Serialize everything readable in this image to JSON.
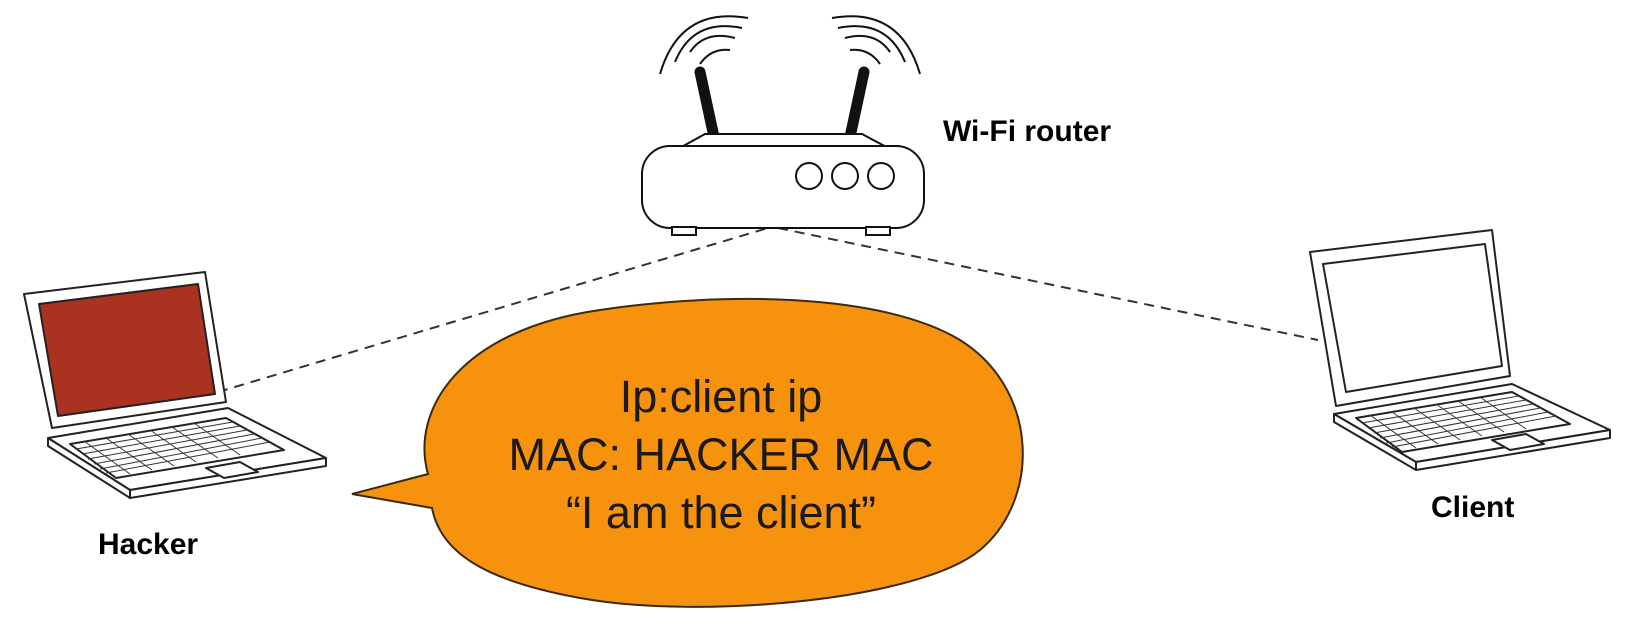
{
  "labels": {
    "router": "Wi-Fi router",
    "hacker": "Hacker",
    "client": "Client"
  },
  "speech_bubble": {
    "line1": "Ip:client ip",
    "line2": "MAC: HACKER MAC",
    "line3": "“I am the client”"
  },
  "icons": {
    "router": "wifi-router-icon",
    "hacker_laptop": "laptop-icon",
    "client_laptop": "laptop-icon",
    "signal": "wifi-signal-icon"
  },
  "colors": {
    "bubble_fill": "#F7920F",
    "hacker_screen": "#A93220",
    "line": "#333333"
  }
}
